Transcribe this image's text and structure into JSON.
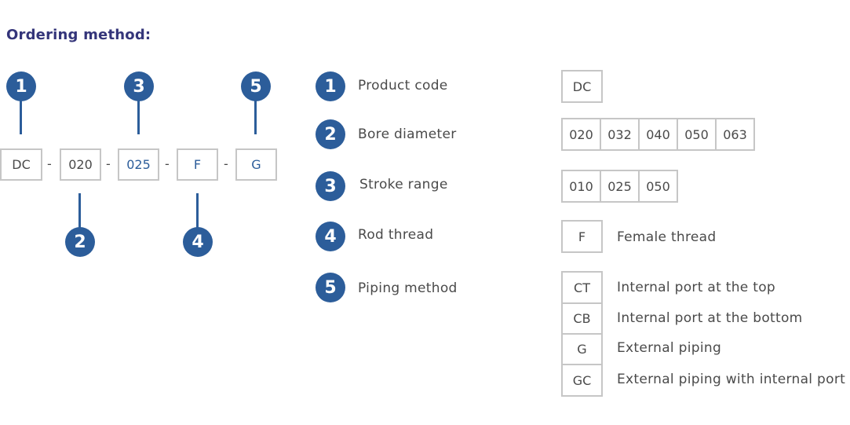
{
  "title": "Ordering method:",
  "code": {
    "segments": [
      "DC",
      "020",
      "025",
      "F",
      "G"
    ],
    "separator": "-",
    "callouts": [
      "1",
      "2",
      "3",
      "4",
      "5"
    ]
  },
  "fields": [
    {
      "num": "1",
      "label": "Product code",
      "values": [
        "DC"
      ]
    },
    {
      "num": "2",
      "label": "Bore diameter",
      "values": [
        "020",
        "032",
        "040",
        "050",
        "063"
      ]
    },
    {
      "num": "3",
      "label": "Stroke range",
      "values": [
        "010",
        "025",
        "050"
      ]
    },
    {
      "num": "4",
      "label": "Rod thread",
      "options": [
        {
          "code": "F",
          "desc": "Female thread"
        }
      ]
    },
    {
      "num": "5",
      "label": "Piping method",
      "options": [
        {
          "code": "CT",
          "desc": "Internal port at the top"
        },
        {
          "code": "CB",
          "desc": "Internal port at the bottom"
        },
        {
          "code": "G",
          "desc": "External piping"
        },
        {
          "code": "GC",
          "desc": "External piping with internal port"
        }
      ]
    }
  ],
  "colors": {
    "accent": "#2c5d9a",
    "title": "#34357a",
    "border": "#c6c6c6",
    "text": "#4a4a4a"
  }
}
